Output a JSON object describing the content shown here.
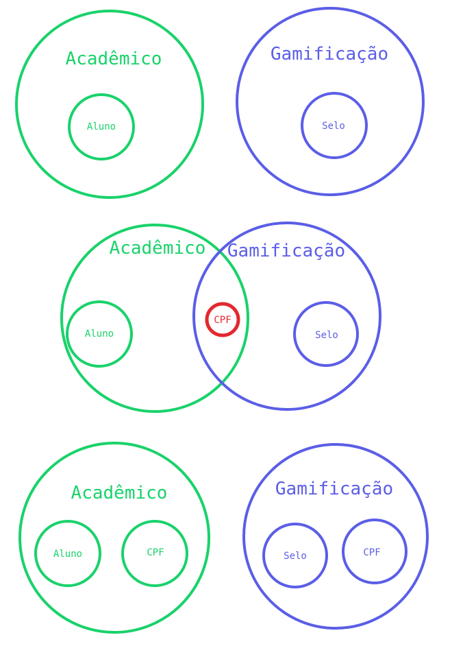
{
  "colors": {
    "academico": "#19d26a",
    "gamificacao": "#5b5ee6",
    "shared": "#e3282e",
    "background": "#ffffff"
  },
  "labels": {
    "academico": "Acadêmico",
    "gamificacao": "Gamificação",
    "aluno": "Aluno",
    "selo": "Selo",
    "cpf": "CPF"
  },
  "diagrams": [
    {
      "id": "separate",
      "description_text": ""
    },
    {
      "id": "overlapping",
      "description_text": ""
    },
    {
      "id": "duplicated",
      "description_text": ""
    }
  ]
}
